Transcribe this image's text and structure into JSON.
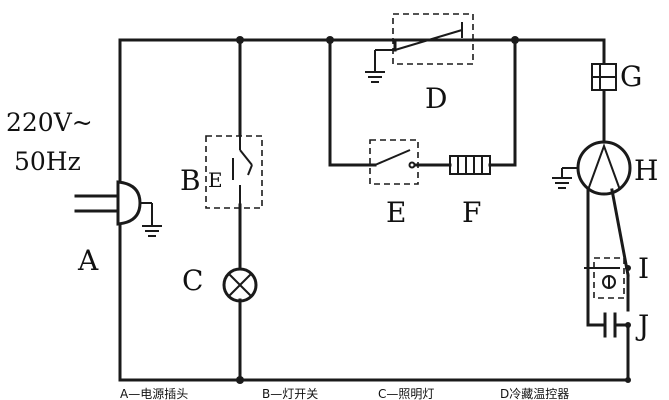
{
  "source": {
    "voltage": "220V~",
    "frequency": "50Hz"
  },
  "labels": {
    "A": "A",
    "B": "B",
    "C": "C",
    "D": "D",
    "E": "E",
    "F": "F",
    "G": "G",
    "H": "H",
    "I": "I",
    "J": "J"
  },
  "switch_B_mark": "E",
  "legend": [
    "A—电源插头",
    "B—灯开关",
    "C—照明灯",
    "D冷藏温控器"
  ],
  "colors": {
    "ink": "#1a1a1a",
    "background": "#ffffff"
  }
}
